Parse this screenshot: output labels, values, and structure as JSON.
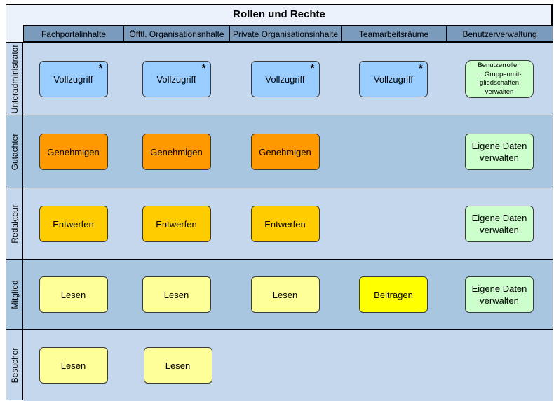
{
  "title": "Rollen und Rechte",
  "columns": [
    "Fachportalinhalte",
    "Öfftl. Organisationsnhalte",
    "Private Organisationsinhalte",
    "Teamarbeitsräume",
    "Benutzerverwaltung"
  ],
  "roles": [
    {
      "name": "Unteradministrator",
      "cells": [
        {
          "label": "Vollzugriff",
          "marker": "*",
          "color": "#99ccff"
        },
        {
          "label": "Vollzugriff",
          "marker": "*",
          "color": "#99ccff"
        },
        {
          "label": "Vollzugriff",
          "marker": "*",
          "color": "#99ccff"
        },
        {
          "label": "Vollzugriff",
          "marker": "*",
          "color": "#99ccff"
        },
        {
          "label": "Benutzerrollen u. Gruppenmit-gliedschaften verwalten",
          "lines": [
            "Benutzerrollen",
            "u. Gruppenmit-",
            "gliedschaften",
            "verwalten"
          ],
          "color": "#ccffcc"
        }
      ]
    },
    {
      "name": "Gutachter",
      "cells": [
        {
          "label": "Genehmigen",
          "color": "#ff9900"
        },
        {
          "label": "Genehmigen",
          "color": "#ff9900"
        },
        {
          "label": "Genehmigen",
          "color": "#ff9900"
        },
        null,
        {
          "label": "Eigene Daten verwalten",
          "lines": [
            "Eigene Daten",
            "verwalten"
          ],
          "color": "#ccffcc"
        }
      ]
    },
    {
      "name": "Redakteur",
      "cells": [
        {
          "label": "Entwerfen",
          "color": "#ffcc00"
        },
        {
          "label": "Entwerfen",
          "color": "#ffcc00"
        },
        {
          "label": "Entwerfen",
          "color": "#ffcc00"
        },
        null,
        {
          "label": "Eigene Daten verwalten",
          "lines": [
            "Eigene Daten",
            "verwalten"
          ],
          "color": "#ccffcc"
        }
      ]
    },
    {
      "name": "Mitglied",
      "cells": [
        {
          "label": "Lesen",
          "color": "#ffff99"
        },
        {
          "label": "Lesen",
          "color": "#ffff99"
        },
        {
          "label": "Lesen",
          "color": "#ffff99"
        },
        {
          "label": "Beitragen",
          "color": "#ffff00"
        },
        {
          "label": "Eigene Daten verwalten",
          "lines": [
            "Eigene Daten",
            "verwalten"
          ],
          "color": "#ccffcc"
        }
      ]
    },
    {
      "name": "Besucher",
      "cells": [
        {
          "label": "Lesen",
          "color": "#ffff99"
        },
        {
          "label": "Lesen",
          "color": "#ffff99"
        },
        null,
        null,
        null
      ]
    }
  ]
}
